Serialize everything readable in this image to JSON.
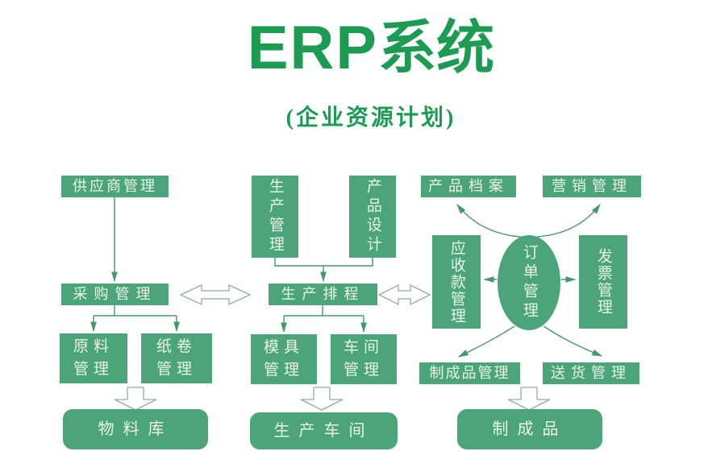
{
  "title": {
    "en": "ERP",
    "zh": "系统"
  },
  "subtitle": "(企业资源计划)",
  "colors": {
    "title_green": "#1c9b53",
    "box_green": "#4ba578",
    "box_text": "#e9f4ec",
    "connector_green": "#44996b",
    "hollow_arrow_outline": "#8fae9c",
    "background": "#ffffff"
  },
  "nodes": {
    "supplier": "供应商管理",
    "purchasing": "采购管理",
    "raw_material": "原料\n管理",
    "paper_roll": "纸卷\n管理",
    "material_warehouse": "物料库",
    "production_mgmt": "生产管理",
    "product_design": "产品设计",
    "scheduling": "生产排程",
    "mold": "模具\n管理",
    "workshop": "车间\n管理",
    "production_workshop": "生产车间",
    "product_archive": "产品档案",
    "marketing": "营销管理",
    "receivables": "应收款管理",
    "order_mgmt": "订单管理",
    "invoice": "发票管理",
    "finished_mgmt": "制成品管理",
    "delivery": "送货管理",
    "finished_goods": "制成品"
  }
}
